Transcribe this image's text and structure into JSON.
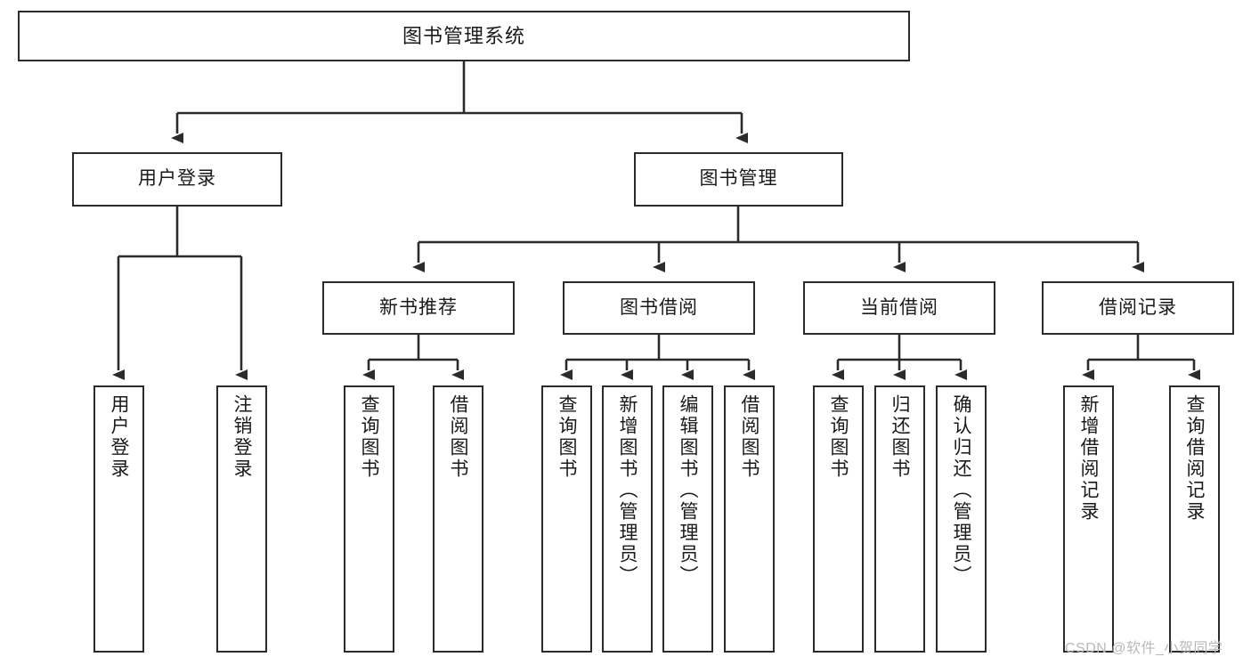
{
  "diagram": {
    "type": "tree-hierarchy",
    "title": "图书管理系统",
    "watermark": "CSDN @软件_小贺同学",
    "colors": {
      "box_border": "#2b2b2b",
      "box_fill": "#ffffff",
      "connector": "#2b2b2b",
      "text": "#1a1a1a",
      "watermark": "#b9b9b9",
      "background": "#ffffff"
    },
    "nodes": {
      "root": {
        "label": "图书管理系统",
        "level": 1
      },
      "level2": [
        {
          "id": "user-login",
          "label": "用户登录"
        },
        {
          "id": "book-manage",
          "label": "图书管理"
        }
      ],
      "level3": [
        {
          "id": "new-book-recommend",
          "label": "新书推荐",
          "parent": "book-manage"
        },
        {
          "id": "book-borrow",
          "label": "图书借阅",
          "parent": "book-manage"
        },
        {
          "id": "current-borrow",
          "label": "当前借阅",
          "parent": "book-manage"
        },
        {
          "id": "borrow-record",
          "label": "借阅记录",
          "parent": "book-manage"
        }
      ],
      "leaves": [
        {
          "id": "leaf-user-login",
          "label": "用户登录",
          "parent": "user-login"
        },
        {
          "id": "leaf-logout",
          "label": "注销登录",
          "parent": "user-login"
        },
        {
          "id": "leaf-query-book-1",
          "label": "查询图书",
          "parent": "new-book-recommend"
        },
        {
          "id": "leaf-borrow-book-1",
          "label": "借阅图书",
          "parent": "new-book-recommend"
        },
        {
          "id": "leaf-query-book-2",
          "label": "查询图书",
          "parent": "book-borrow"
        },
        {
          "id": "leaf-add-book",
          "label": "新增图书（管理员）",
          "parent": "book-borrow"
        },
        {
          "id": "leaf-edit-book",
          "label": "编辑图书（管理员）",
          "parent": "book-borrow"
        },
        {
          "id": "leaf-borrow-book-2",
          "label": "借阅图书",
          "parent": "book-borrow"
        },
        {
          "id": "leaf-query-book-3",
          "label": "查询图书",
          "parent": "current-borrow"
        },
        {
          "id": "leaf-return-book",
          "label": "归还图书",
          "parent": "current-borrow"
        },
        {
          "id": "leaf-confirm-return",
          "label": "确认归还（管理员）",
          "parent": "current-borrow"
        },
        {
          "id": "leaf-add-record",
          "label": "新增借阅记录",
          "parent": "borrow-record"
        },
        {
          "id": "leaf-query-record",
          "label": "查询借阅记录",
          "parent": "borrow-record"
        }
      ]
    }
  }
}
